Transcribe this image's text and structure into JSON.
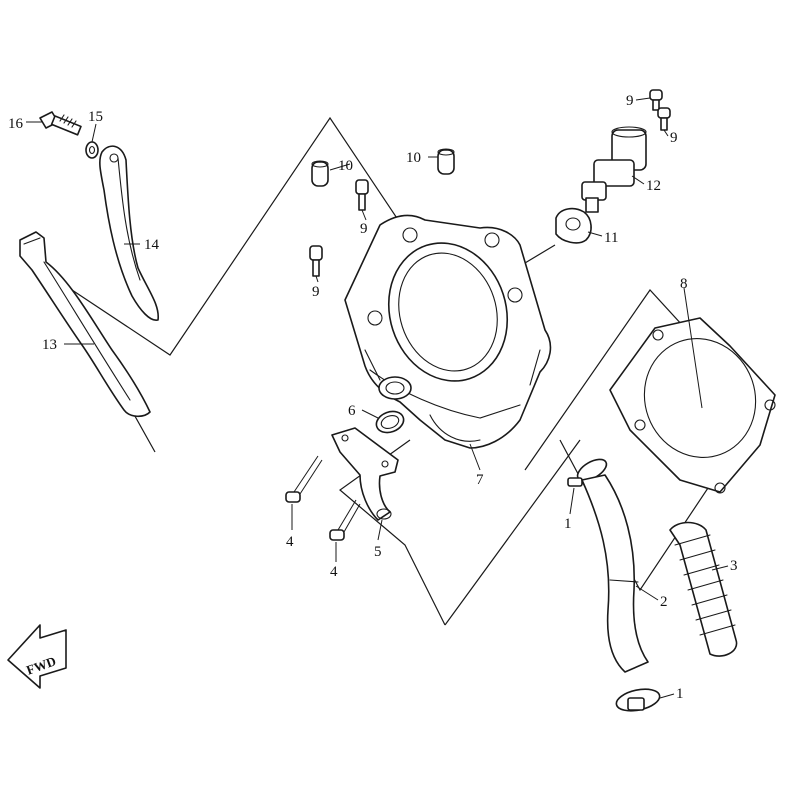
{
  "colors": {
    "line": "#1a1a1a",
    "background": "#ffffff"
  },
  "callouts": {
    "c1a": "1",
    "c1b": "1",
    "c2": "2",
    "c3": "3",
    "c4a": "4",
    "c4b": "4",
    "c5": "5",
    "c6": "6",
    "c7": "7",
    "c8": "8",
    "c9a": "9",
    "c9b": "9",
    "c9c": "9",
    "c9d": "9",
    "c10a": "10",
    "c10b": "10",
    "c11": "11",
    "c12": "12",
    "c13": "13",
    "c14": "14",
    "c15": "15",
    "c16": "16"
  },
  "direction_marker": {
    "label": "FWD",
    "icon": "fwd-arrow-icon"
  }
}
